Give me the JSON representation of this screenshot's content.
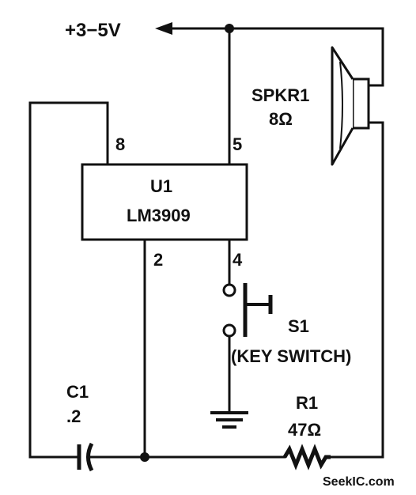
{
  "supply": {
    "label": "+3−5V"
  },
  "speaker": {
    "ref": "SPKR1",
    "value": "8Ω"
  },
  "ic": {
    "ref": "U1",
    "part": "LM3909",
    "pins": {
      "p8": "8",
      "p5": "5",
      "p2": "2",
      "p4": "4"
    }
  },
  "switch": {
    "ref": "S1",
    "desc": "(KEY SWITCH)"
  },
  "capacitor": {
    "ref": "C1",
    "value": ".2"
  },
  "resistor": {
    "ref": "R1",
    "value": "47Ω"
  },
  "watermark": {
    "text": "SeekIC.com"
  }
}
